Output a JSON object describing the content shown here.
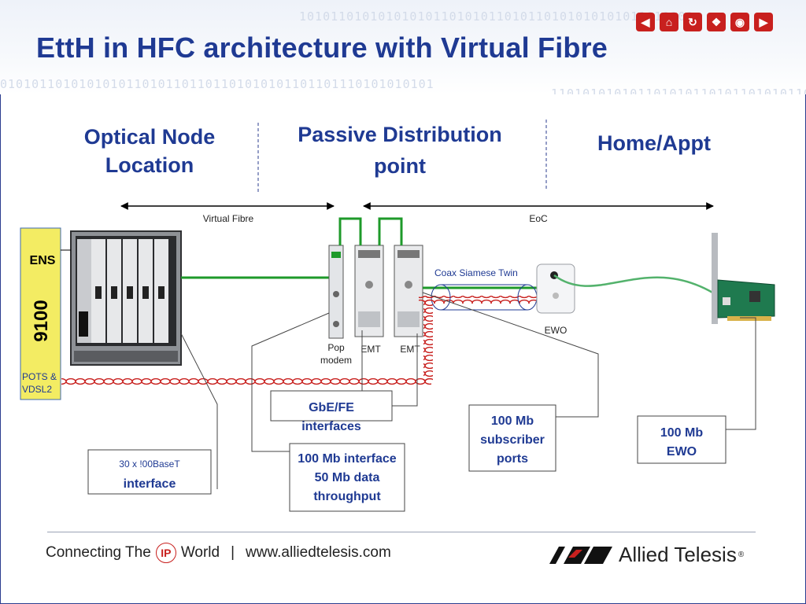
{
  "slide": {
    "title": "EttH in HFC architecture with Virtual Fibre",
    "binary_1": "0101011010101010110101101101101010101101101110101010101",
    "binary_2": "10101101010101010110101011010110101010101011010101",
    "binary_3": "110101010101101010110101101010110"
  },
  "nav_icons": [
    "back-icon",
    "home-icon",
    "reload-icon",
    "wifi-icon",
    "spiral-icon",
    "forward-icon"
  ],
  "diagram": {
    "col_optical_1": "Optical Node",
    "col_optical_2": "Location",
    "col_passive_1": "Passive Distribution",
    "col_passive_2": "point",
    "col_home": "Home/Appt",
    "virtual_fibre": "Virtual Fibre",
    "eoc": "EoC",
    "ens": "ENS",
    "ens_model": "9100",
    "pots_1": "POTS &",
    "pots_2": "VDSL2",
    "pop_1": "Pop",
    "pop_2": "modem",
    "emt_1": "EMT",
    "emt_2": "EMT",
    "coax": "Coax Siamese Twin",
    "ewo": "EWO",
    "box_gbe_1": "GbE/FE",
    "box_gbe_2": "interfaces",
    "box_100base_1": "30 x !00BaseT",
    "box_100base_2": "interface",
    "box_100mb_1": "100 Mb interface",
    "box_100mb_2": "50 Mb data",
    "box_100mb_3": "throughput",
    "box_sub_1": "100 Mb",
    "box_sub_2": "subscriber",
    "box_sub_3": "ports",
    "box_ewo_1": "100 Mb",
    "box_ewo_2": "EWO"
  },
  "footer": {
    "connecting": "Connecting The",
    "ip": "IP",
    "world": "World",
    "divider": "|",
    "url": "www.alliedtelesis.com",
    "brand": "Allied Telesis",
    "reg": "®"
  },
  "colors": {
    "title_blue": "#1f3a93",
    "accent_red": "#c8201e",
    "link_green": "#2aa02a",
    "ens_yellow": "#f3ec63"
  }
}
